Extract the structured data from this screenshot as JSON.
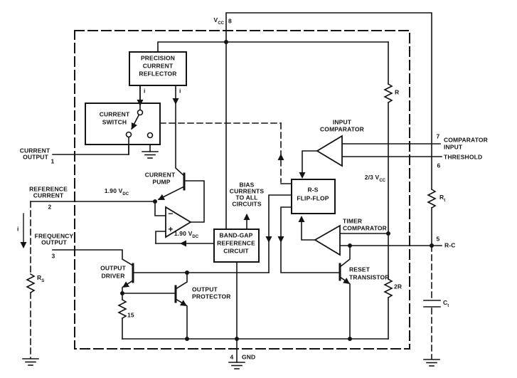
{
  "colors": {
    "ink": "#141414",
    "background": "#ffffff"
  },
  "pins": {
    "p1": {
      "num": "1",
      "l1": "CURRENT",
      "l2": "OUTPUT"
    },
    "p2": {
      "num": "2",
      "l1": "REFERENCE",
      "l2": "CURRENT"
    },
    "p3": {
      "num": "3",
      "l1": "FREQUENCY",
      "l2": "OUTPUT"
    },
    "p4": {
      "num": "4",
      "name": "GND"
    },
    "p5": {
      "num": "5",
      "name": "R-C"
    },
    "p6": {
      "num": "6",
      "name": "THRESHOLD"
    },
    "p7": {
      "num": "7",
      "l1": "COMPARATOR",
      "l2": "INPUT"
    },
    "p8": {
      "num": "8",
      "base": "V",
      "sub": "CC"
    }
  },
  "blocks": {
    "reflector": {
      "l1": "PRECISION",
      "l2": "CURRENT",
      "l3": "REFLECTOR"
    },
    "switch": {
      "l1": "CURRENT",
      "l2": "SWITCH"
    },
    "flipflop": {
      "l1": "R-S",
      "l2": "FLIP-FLOP"
    },
    "bandgap": {
      "l1": "BAND-GAP",
      "l2": "REFERENCE",
      "l3": "CIRCUIT"
    }
  },
  "components": {
    "current_pump": {
      "l1": "CURRENT",
      "l2": "PUMP"
    },
    "output_driver": {
      "l1": "OUTPUT",
      "l2": "DRIVER"
    },
    "output_protector": {
      "l1": "OUTPUT",
      "l2": "PROTECTOR"
    },
    "reset_transistor": {
      "l1": "RESET",
      "l2": "TRANSISTOR"
    },
    "input_comparator": {
      "l1": "INPUT",
      "l2": "COMPARATOR"
    },
    "timer_comparator": {
      "l1": "TIMER",
      "l2": "COMPARATOR"
    },
    "r": "R",
    "r2": "2R",
    "r15": "15",
    "rt": {
      "base": "R",
      "sub": "t"
    },
    "rs": {
      "base": "R",
      "sub": "S"
    },
    "ct": {
      "base": "C",
      "sub": "t"
    }
  },
  "annotations": {
    "ref_voltage": {
      "base": "1.90 V",
      "sub": "DC"
    },
    "opamp_ref": {
      "base": "1.90 V",
      "sub": "DC"
    },
    "divider": {
      "base": "2/3 V",
      "sub": "CC"
    },
    "bias": {
      "l1": "BIAS",
      "l2": "CURRENTS",
      "l3": "TO ALL",
      "l4": "CIRCUITS"
    },
    "i_left": "i",
    "i_right": "i",
    "i_rs": "i",
    "opamp_minus": "−",
    "opamp_plus": "+"
  }
}
